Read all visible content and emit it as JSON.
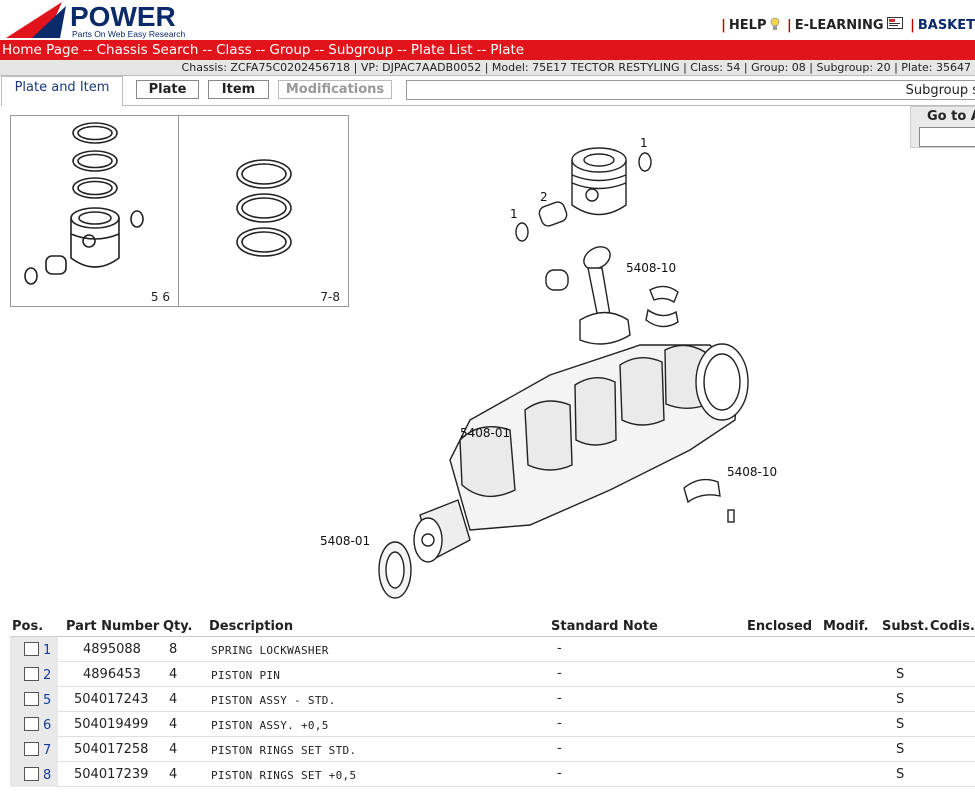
{
  "brand": {
    "name": "POWER",
    "tagline": "Parts On Web Easy Research"
  },
  "top_links": [
    {
      "label": "HELP",
      "icon": "lightbulb-icon"
    },
    {
      "label": "E-LEARNING",
      "icon": "presentation-icon"
    },
    {
      "label": "BASKET"
    }
  ],
  "breadcrumb": [
    "Home Page",
    "Chassis Search",
    "Class",
    "Group",
    "Subgroup",
    "Plate List",
    "Plate"
  ],
  "breadcrumb_separator": "--",
  "info_bar": "Chassis: ZCFA75C0202456718 | VP: DJPAC7AADB0052 | Model: 75E17 TECTOR RESTYLING | Class: 54 | Group: 08 | Subgroup: 20 | Plate: 35647",
  "tabs": {
    "active": "Plate and Item",
    "buttons": [
      "Plate",
      "Item",
      "Modifications"
    ],
    "subgroup_field": "Subgroup s"
  },
  "goto": {
    "label": "Go to A"
  },
  "thumbnails": [
    {
      "caption": "5  6"
    },
    {
      "caption": "7-8"
    }
  ],
  "callouts": {
    "c1a": "1",
    "c1b": "1",
    "c2": "2",
    "c5408_10a": "5408-10",
    "c5408_01a": "5408-01",
    "c5408_10b": "5408-10",
    "c5408_01b": "5408-01"
  },
  "table": {
    "headers": [
      "Pos.",
      "Part Number",
      "Qty.",
      "Description",
      "Standard Note",
      "Enclosed",
      "Modif.",
      "Subst.",
      "Codis."
    ],
    "rows": [
      {
        "pos": "1",
        "part": "4895088",
        "qty": "8",
        "desc": "SPRING LOCKWASHER",
        "note": "-",
        "subst": ""
      },
      {
        "pos": "2",
        "part": "4896453",
        "qty": "4",
        "desc": "PISTON PIN",
        "note": "-",
        "subst": "S"
      },
      {
        "pos": "5",
        "part": "504017243",
        "qty": "4",
        "desc": "PISTON ASSY - STD.",
        "note": "-",
        "subst": "S"
      },
      {
        "pos": "6",
        "part": "504019499",
        "qty": "4",
        "desc": "PISTON ASSY. +0,5",
        "note": "-",
        "subst": "S"
      },
      {
        "pos": "7",
        "part": "504017258",
        "qty": "4",
        "desc": "PISTON RINGS SET STD.",
        "note": "-",
        "subst": "S"
      },
      {
        "pos": "8",
        "part": "504017239",
        "qty": "4",
        "desc": "PISTON RINGS SET +0,5",
        "note": "-",
        "subst": "S"
      }
    ]
  },
  "colors": {
    "brand_red": "#e1141b",
    "brand_navy": "#0a2a6a",
    "link_blue": "#1a3a9a"
  }
}
